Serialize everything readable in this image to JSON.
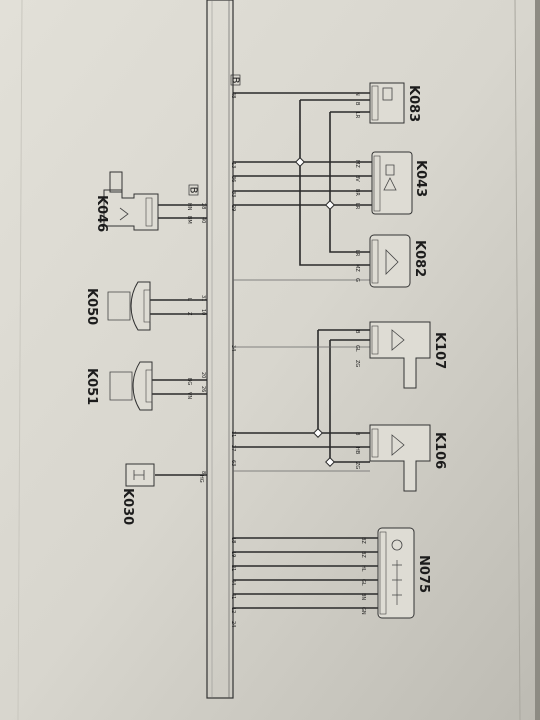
{
  "connectors": {
    "k083": "K083",
    "k043": "K043",
    "k082": "K082",
    "k107": "K107",
    "k106": "K106",
    "n075": "N075",
    "k046": "K046",
    "k050": "K050",
    "k051": "K051",
    "k030": "K030"
  },
  "bus": {
    "label_top": "B",
    "label_mid": "B",
    "pins": [
      "48",
      "13",
      "36",
      "33",
      "29",
      "28",
      "40",
      "31",
      "10",
      "20",
      "34",
      "26",
      "11",
      "27",
      "63",
      "8",
      "18",
      "19",
      "21",
      "44",
      "41",
      "12",
      "24"
    ]
  },
  "wires": [
    "N",
    "B",
    "LR",
    "MZ",
    "BV",
    "BR",
    "LR",
    "LR",
    "MZ",
    "G",
    "B",
    "GL",
    "ZG",
    "B",
    "HB",
    "ZG",
    "BZ",
    "BZ",
    "HL",
    "GL",
    "BN",
    "GN",
    "HN",
    "BM",
    "L",
    "Z",
    "BG",
    "VN",
    "HG"
  ],
  "footer": "",
  "colors": {
    "paper": "#d9d7cf",
    "wire": "#2a2a2a",
    "line": "#555555"
  }
}
